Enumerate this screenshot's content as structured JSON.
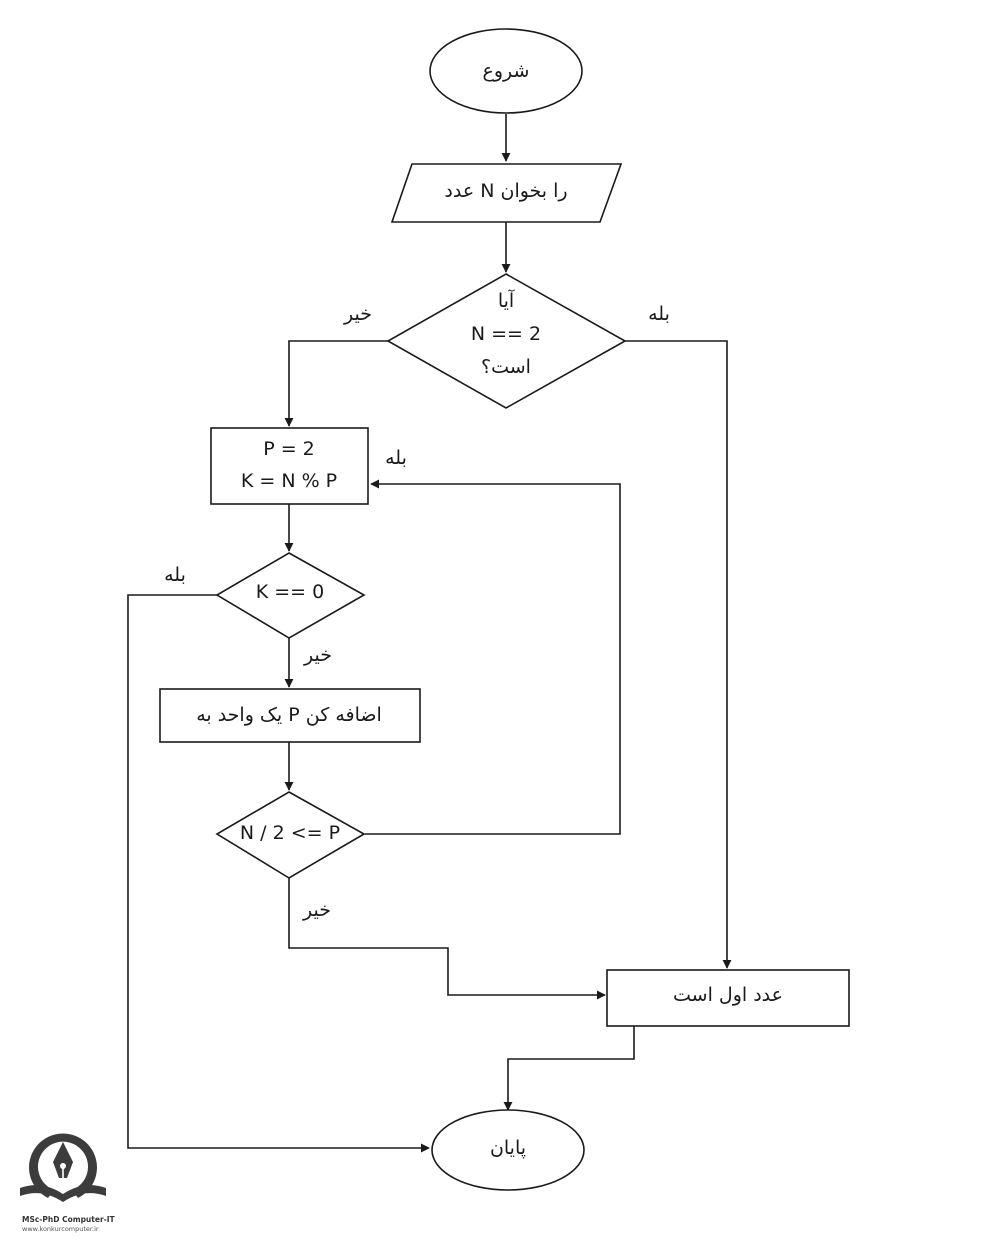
{
  "nodes": {
    "start": "شروع",
    "read_n": "عدد N را بخوان",
    "check_n2": {
      "line1": "آیا",
      "line2": "N == 2",
      "line3": "است؟"
    },
    "init": {
      "line1": "P = 2",
      "line2": "K = N % P"
    },
    "check_k": "K == 0",
    "increment_p": "یک واحد به P اضافه کن",
    "check_p": "N / 2 <= P",
    "is_prime": "عدد اول است",
    "end": "پایان"
  },
  "edges": {
    "n2_no": "خیر",
    "n2_yes": "بله",
    "loop_yes": "بله",
    "k_yes": "بله",
    "k_no": "خیر",
    "p_no": "خیر"
  },
  "logo": {
    "line1": "MSc-PhD Computer-IT",
    "line2": "www.konkurcomputer.ir"
  },
  "colors": {
    "stroke": "#1a1a1a",
    "logo": "#3c3c3c"
  }
}
